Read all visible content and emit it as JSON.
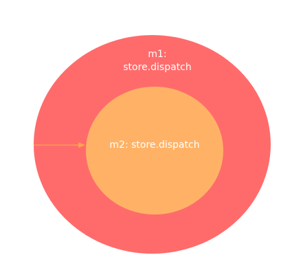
{
  "diagram": {
    "outer": {
      "line1": "m1:",
      "line2": "store.dispatch",
      "color": "#ff6b6b"
    },
    "inner": {
      "label": "m2: store.dispatch",
      "color": "#ffb266"
    },
    "text_color": "#ffffff",
    "arrow_color": "#ffa64d"
  }
}
